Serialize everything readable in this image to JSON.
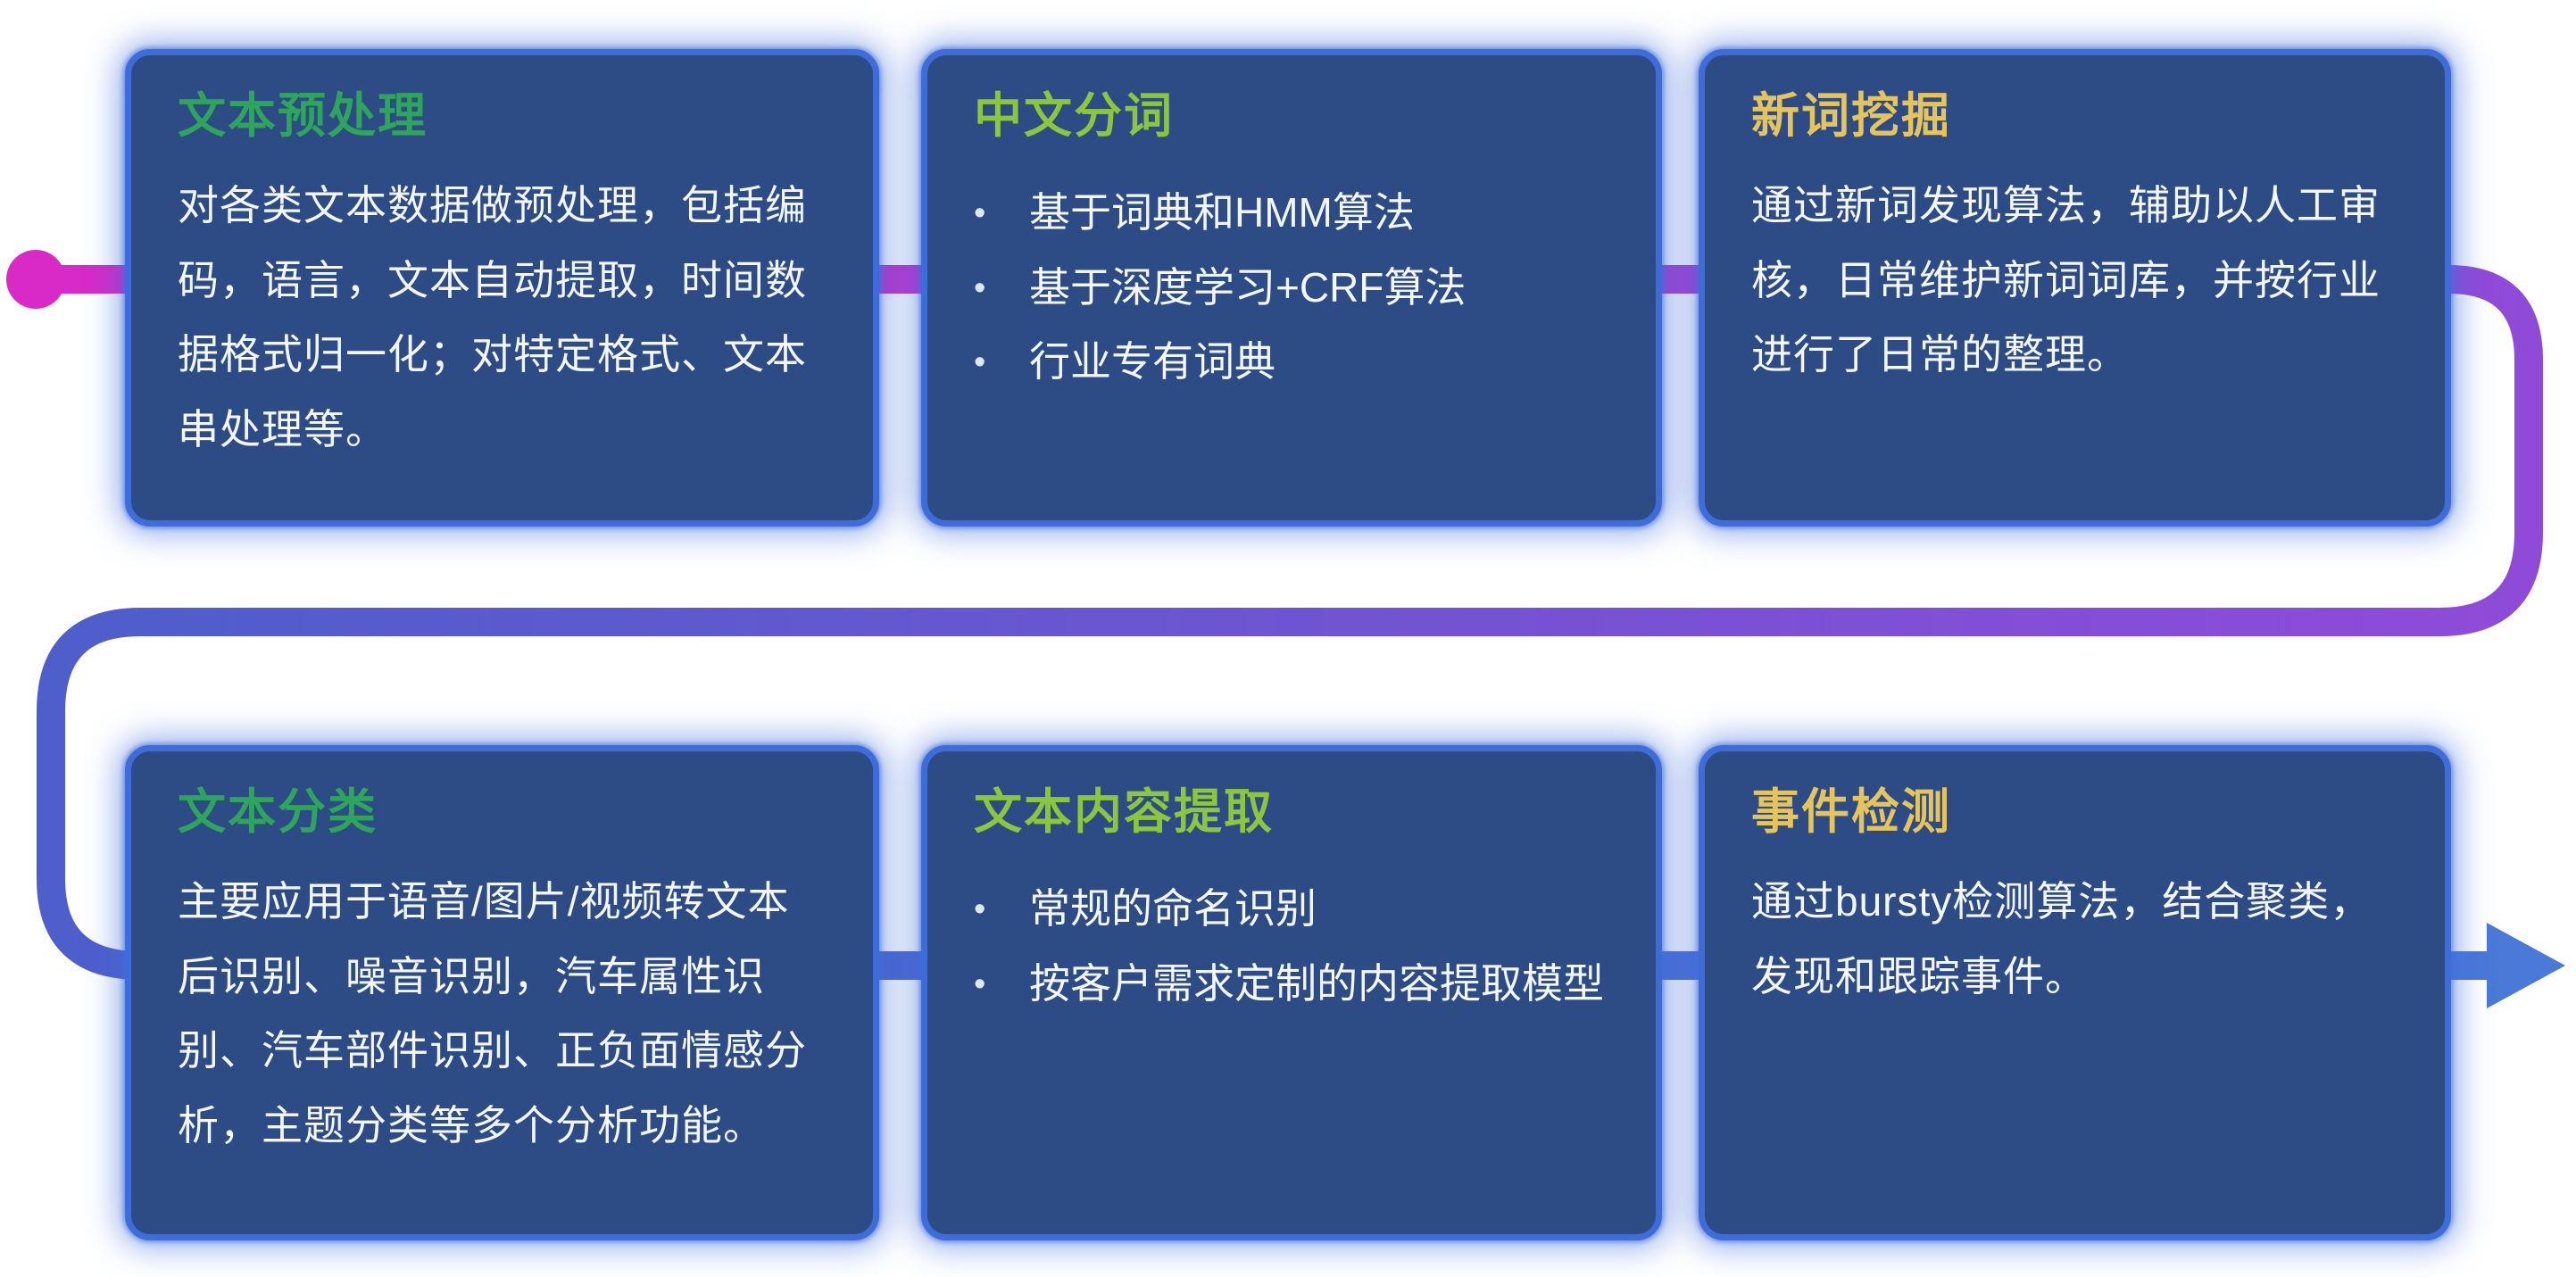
{
  "diagram": {
    "bullet_char": "•",
    "palette": {
      "card_background": "#2d4b84",
      "card_border_glow": "#3e6cd8",
      "body_text": "#f3f6fb"
    },
    "flow": {
      "start_color": "#d92ac8",
      "mid_color": "#8f4bd8",
      "late_color": "#4e5ecb",
      "end_color": "#4a79d8"
    },
    "cards": [
      {
        "title": "文本预处理",
        "title_color": "#2fa45c",
        "body": "对各类文本数据做预处理，包括编码，语言，文本自动提取，时间数据格式归一化；对特定格式、文本串处理等。"
      },
      {
        "title": "中文分词",
        "title_color": "#8cc63f",
        "bullets": [
          "基于词典和HMM算法",
          "基于深度学习+CRF算法",
          "行业专有词典"
        ]
      },
      {
        "title": "新词挖掘",
        "title_color": "#e5c45c",
        "body": "通过新词发现算法，辅助以人工审核，日常维护新词词库，并按行业进行了日常的整理。"
      },
      {
        "title": "文本分类",
        "title_color": "#2fa45c",
        "body": "主要应用于语音/图片/视频转文本后识别、噪音识别，汽车属性识别、汽车部件识别、正负面情感分析，主题分类等多个分析功能。"
      },
      {
        "title": "文本内容提取",
        "title_color": "#8cc63f",
        "bullets": [
          "常规的命名识别",
          "按客户需求定制的内容提取模型"
        ]
      },
      {
        "title": "事件检测",
        "title_color": "#e5c45c",
        "body": "通过bursty检测算法，结合聚类，发现和跟踪事件。"
      }
    ]
  }
}
